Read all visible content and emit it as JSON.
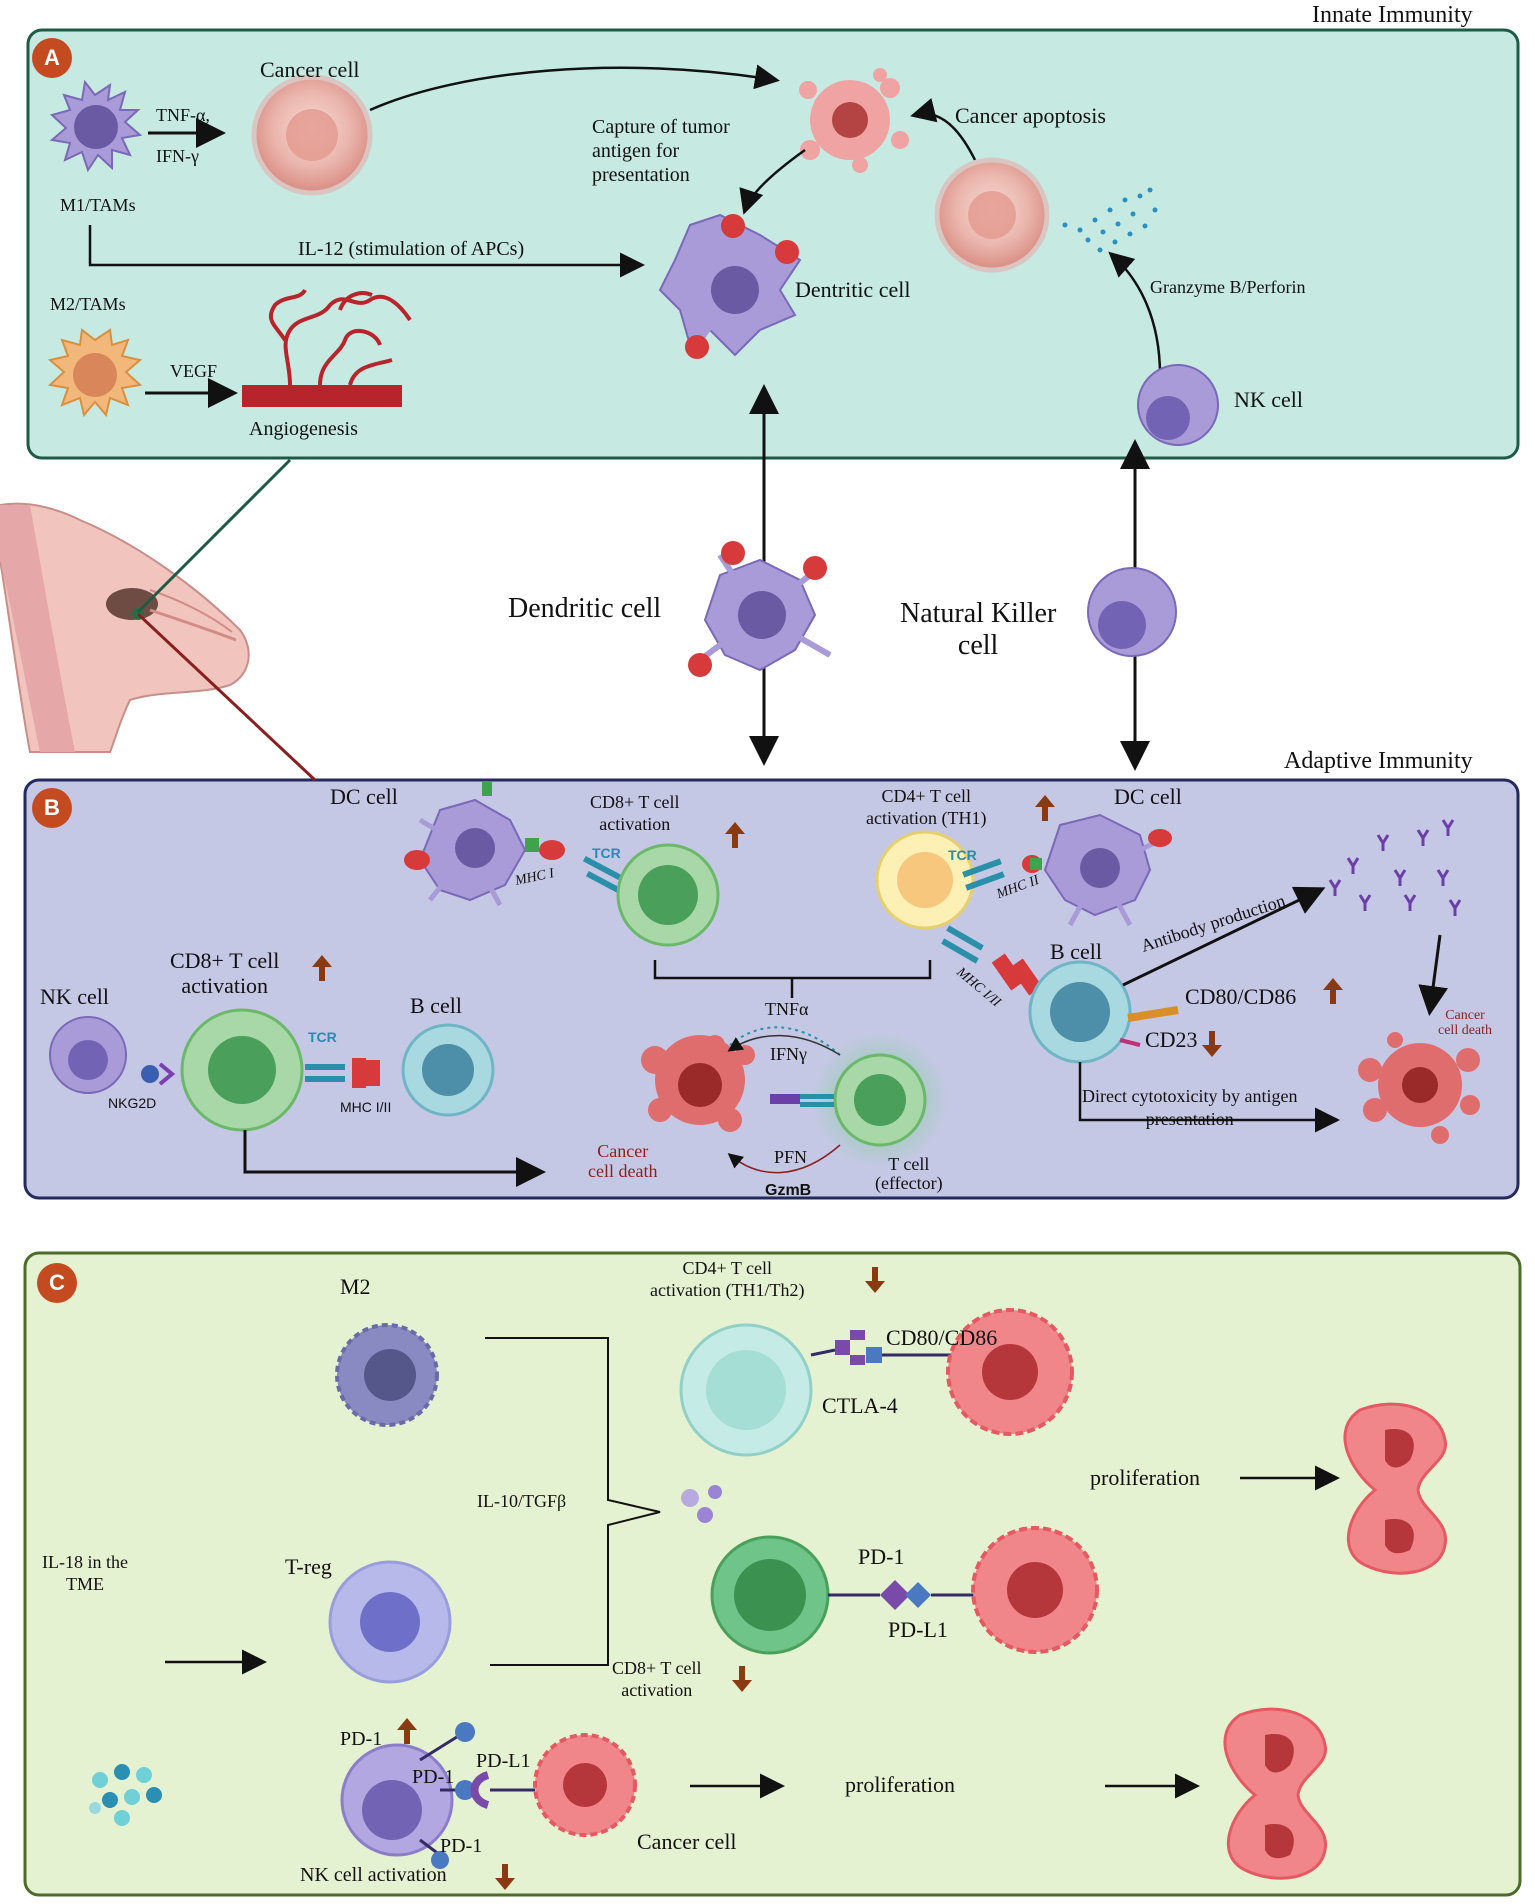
{
  "titles": {
    "innate": "Innate Immunity",
    "adaptive": "Adaptive Immunity"
  },
  "badges": {
    "a": "A",
    "b": "B",
    "c": "C"
  },
  "panel_a": {
    "cancer_cell": "Cancer cell",
    "tnf": "TNF-α,",
    "ifn": "IFN-γ",
    "m1": "M1/TAMs",
    "capture": "Capture of tumor\nantigen for\npresentation",
    "cancer_apoptosis": "Cancer apoptosis",
    "il12": "IL-12 (stimulation of APCs)",
    "dendritic": "Dentritic cell",
    "granzyme": "Granzyme B/Perforin",
    "m2": "M2/TAMs",
    "vegf": "VEGF",
    "angiogenesis": "Angiogenesis",
    "nk": "NK cell"
  },
  "middle": {
    "dendritic": "Dendritic cell",
    "nk": "Natural Killer\ncell"
  },
  "panel_b": {
    "dc_left": "DC cell",
    "cd8_top": "CD8+ T cell\nactivation",
    "cd4_top": "CD4+ T cell\nactivation (TH1)",
    "dc_right": "DC cell",
    "tcr": "TCR",
    "mhc_i": "MHC I",
    "mhc_ii": "MHC II",
    "antibody": "Antibody production",
    "b_cell_right": "B cell",
    "mhc_iii": "MHC I/II",
    "cd80": "CD80/CD86",
    "cd23": "CD23",
    "cancer_death_right": "Cancer\ncell death",
    "direct": "Direct cytotoxicity by antigen\npresentation",
    "nk_cell": "NK cell",
    "cd8_left": "CD8+ T cell\nactivation",
    "b_cell_left": "B cell",
    "nkg2d": "NKG2D",
    "mhc_left": "MHC I/II",
    "tnfa": "TNFα",
    "ifny": "IFNγ",
    "pfn": "PFN",
    "gzmb": "GzmB",
    "cancer_death_mid": "Cancer\ncell death",
    "t_effector": "T cell\n(effector)"
  },
  "panel_c": {
    "m2": "M2",
    "cd4": "CD4+ T cell\nactivation (TH1/Th2)",
    "cd80": "CD80/CD86",
    "ctla4": "CTLA-4",
    "proliferation_top": "proliferation",
    "il10": "IL-10/TGFβ",
    "il18": "IL-18 in the\nTME",
    "treg": "T-reg",
    "pd1": "PD-1",
    "pdl1": "PD-L1",
    "cd8": "CD8+ T cell\nactivation",
    "pd1_a": "PD-1",
    "pd1_b": "PD-1",
    "pdl1_b": "PD-L1",
    "pd1_c": "PD-1",
    "cancer_cell": "Cancer cell",
    "proliferation_bottom": "proliferation",
    "nk_activation": "NK cell activation"
  },
  "colors": {
    "panel_a_bg": "#c6e9e2",
    "panel_b_bg": "#c5c8e4",
    "panel_c_bg": "#e5f2d2",
    "badge": "#c44a1f",
    "up_arrow": "#8a3a10"
  }
}
